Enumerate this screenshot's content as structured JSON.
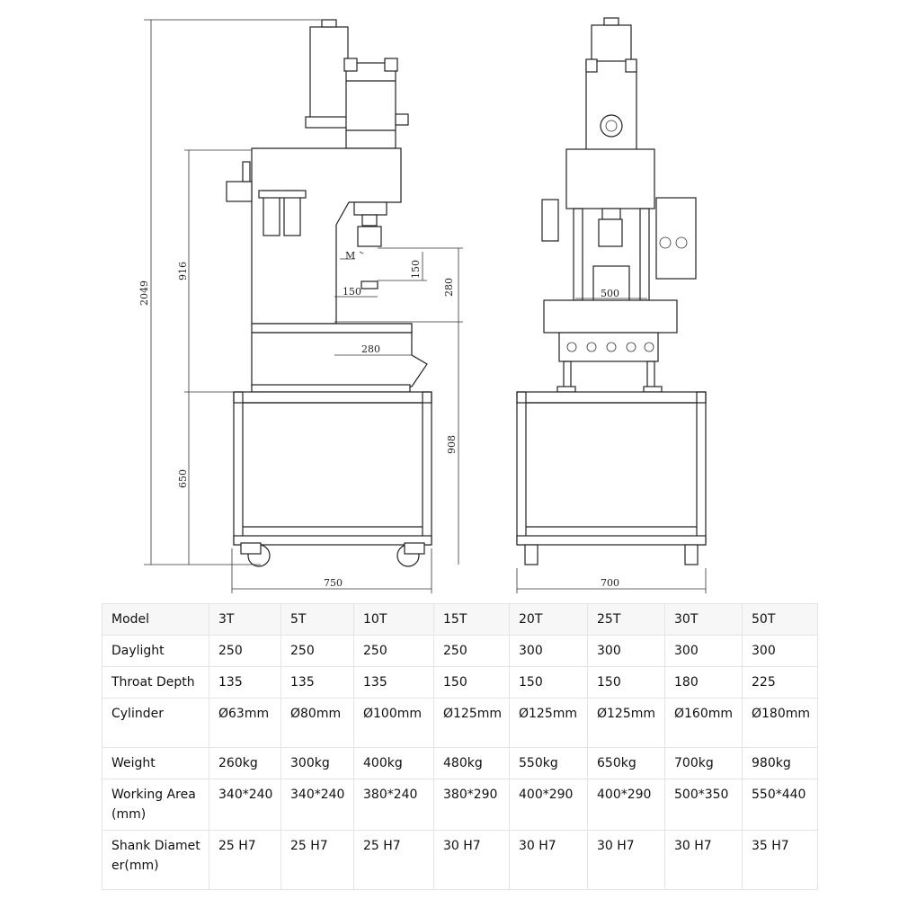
{
  "drawing": {
    "dim_total_height": "2049",
    "dim_upper_height": "916",
    "dim_base_height": "650",
    "dim_right_height": "908",
    "dim_daylight": "280",
    "dim_stroke": "150",
    "dim_throat": "150",
    "dim_table_depth": "280",
    "dim_front_table": "500",
    "dim_side_width": "750",
    "dim_front_width": "700",
    "label_m": "M"
  },
  "table": {
    "rows": [
      {
        "label": "Model",
        "values": [
          "3T",
          "5T",
          "10T",
          "15T",
          "20T",
          "25T",
          "30T",
          "50T"
        ]
      },
      {
        "label": "Daylight",
        "values": [
          "250",
          "250",
          "250",
          "250",
          "300",
          "300",
          "300",
          "300"
        ]
      },
      {
        "label": "Throat Depth",
        "values": [
          "135",
          "135",
          "135",
          "150",
          "150",
          "150",
          "180",
          "225"
        ]
      },
      {
        "label": "Cylinder",
        "values": [
          "Ø63mm",
          "Ø80mm",
          "Ø100mm",
          "Ø125mm",
          "Ø125mm",
          "Ø125mm",
          "Ø160mm",
          "Ø180mm"
        ]
      },
      {
        "label": "Weight",
        "values": [
          "260kg",
          "300kg",
          "400kg",
          "480kg",
          "550kg",
          "650kg",
          "700kg",
          "980kg"
        ]
      },
      {
        "label": "Working Area(mm)",
        "values": [
          "340*240",
          "340*240",
          "380*240",
          "380*290",
          "400*290",
          "400*290",
          "500*350",
          "550*440"
        ]
      },
      {
        "label": "Shank Diameter(mm)",
        "values": [
          "25 H7",
          "25 H7",
          "25 H7",
          "30 H7",
          "30 H7",
          "30 H7",
          "30 H7",
          "35 H7"
        ]
      }
    ]
  }
}
